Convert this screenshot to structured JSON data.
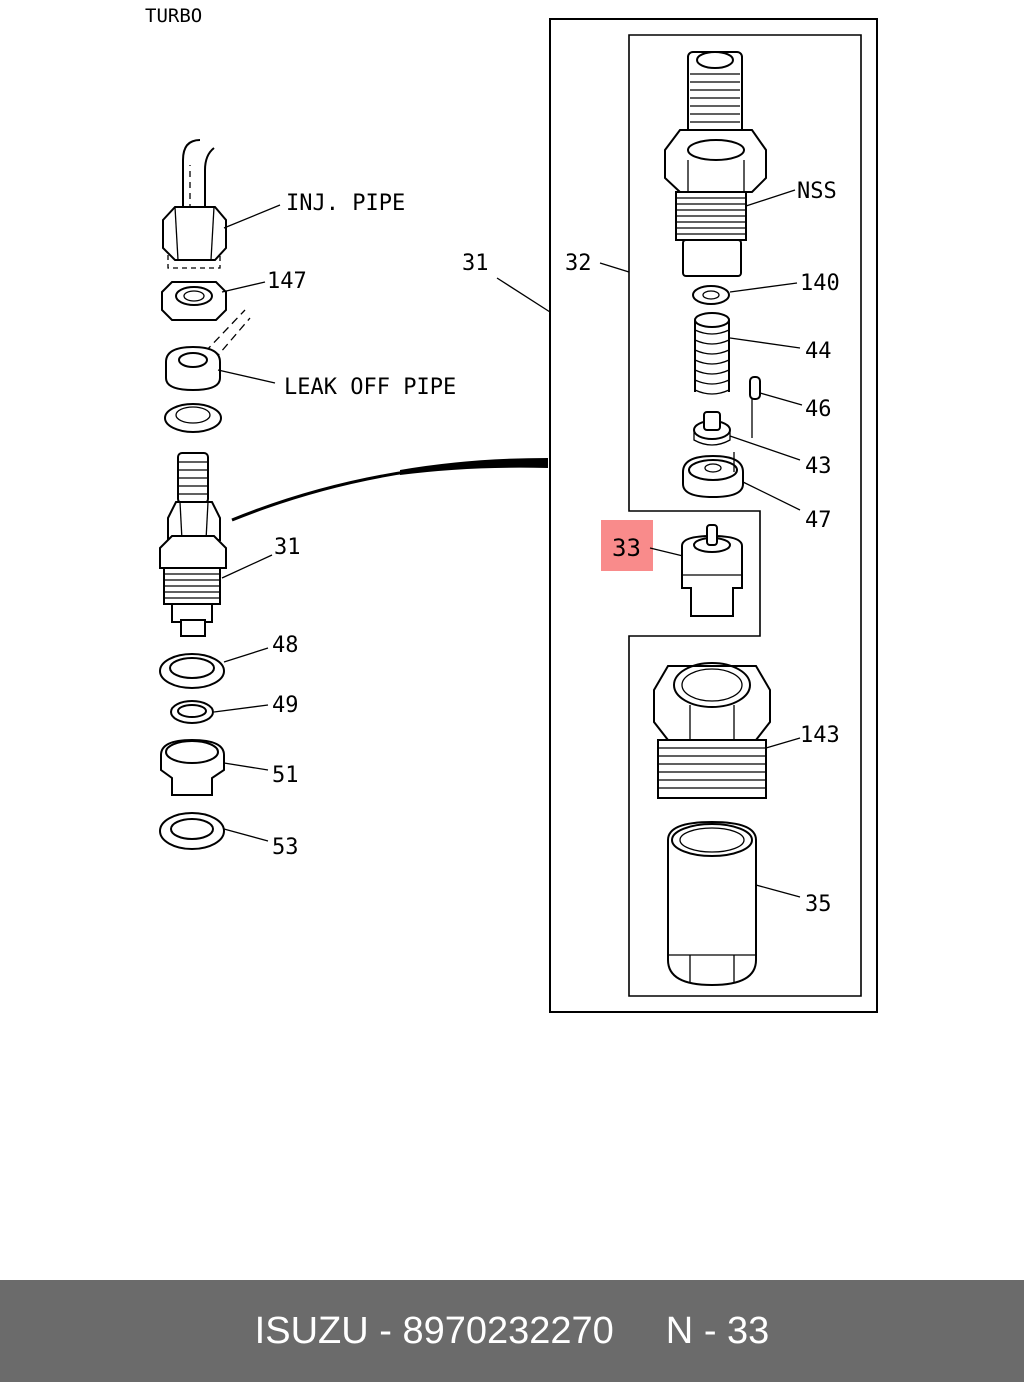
{
  "diagram": {
    "header_label": "TURBO",
    "labels": {
      "inj_pipe": "INJ. PIPE",
      "leak_off_pipe": "LEAK OFF PIPE",
      "p147": "147",
      "p31_left": "31",
      "p48": "48",
      "p49": "49",
      "p51": "51",
      "p53": "53",
      "p31_box": "31",
      "p32": "32",
      "nss": "NSS",
      "p140": "140",
      "p44": "44",
      "p46": "46",
      "p43": "43",
      "p47": "47",
      "p33": "33",
      "p143": "143",
      "p35": "35"
    },
    "highlight_color": "#f98b8b"
  },
  "footer": {
    "brand": "ISUZU",
    "separator": "-",
    "part_number": "8970232270",
    "ref_prefix": "N",
    "ref_number": "33"
  }
}
